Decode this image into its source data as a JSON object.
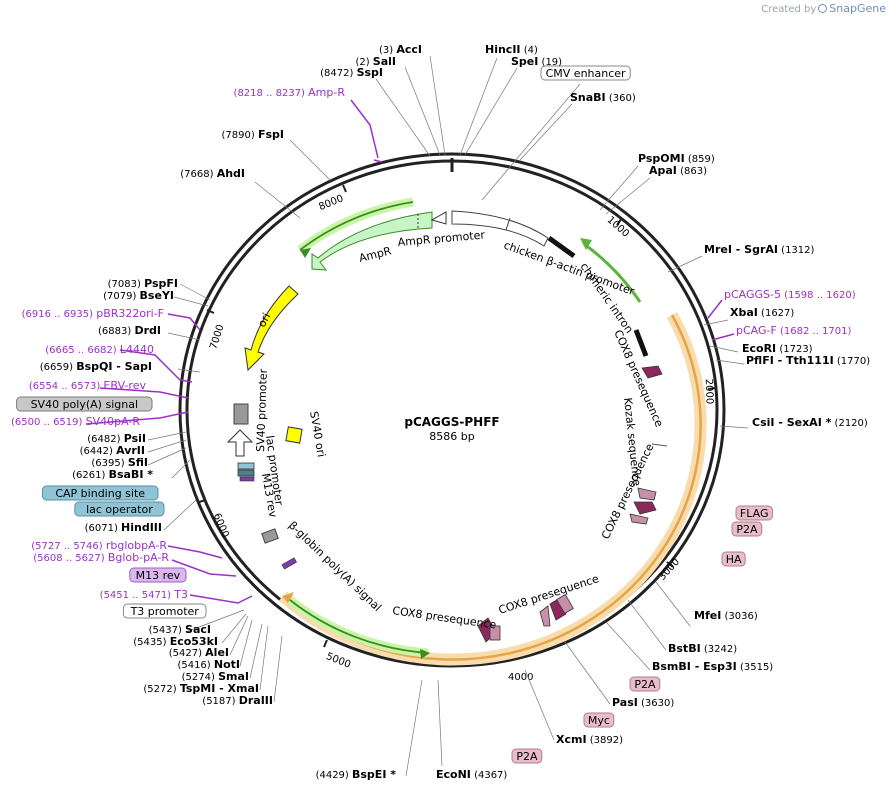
{
  "brand": {
    "created_by": "Created by",
    "product": "SnapGene"
  },
  "map": {
    "name": "pCAGGS-PHFF",
    "length_label": "8586 bp",
    "tick_labels": [
      "1000",
      "2000",
      "3000",
      "4000",
      "5000",
      "6000",
      "7000",
      "8000"
    ]
  },
  "features": [
    "chicken β-actin promoter",
    "AmpR promoter",
    "AmpR",
    "chimeric intron",
    "ori",
    "COX8 presequence",
    "Kozak sequence",
    "COX8 presequence",
    "COX8 presequence",
    "COX8 presequence",
    "SV40 ori",
    "SV40 promoter",
    "lac promoter",
    "M13 rev",
    "β-globin poly(A) signal"
  ],
  "boxed": [
    {
      "label": "CMV enhancer",
      "fill": "#ffffff",
      "stroke": "#888888"
    },
    {
      "label": "FLAG",
      "fill": "#e8bcc8",
      "stroke": "#b07f8f"
    },
    {
      "label": "P2A",
      "fill": "#e8bcc8",
      "stroke": "#b07f8f"
    },
    {
      "label": "HA",
      "fill": "#e8bcc8",
      "stroke": "#b07f8f"
    },
    {
      "label": "P2A",
      "fill": "#e8bcc8",
      "stroke": "#b07f8f"
    },
    {
      "label": "Myc",
      "fill": "#e8bcc8",
      "stroke": "#b07f8f"
    },
    {
      "label": "P2A",
      "fill": "#e8bcc8",
      "stroke": "#b07f8f"
    },
    {
      "label": "SV40 poly(A) signal",
      "fill": "#c8c8c8",
      "stroke": "#7a7a7a"
    },
    {
      "label": "CAP binding site",
      "fill": "#8ec4d6",
      "stroke": "#5a8fa3"
    },
    {
      "label": "lac operator",
      "fill": "#8ec4d6",
      "stroke": "#5a8fa3"
    },
    {
      "label": "M13 rev",
      "fill": "#dcb6ee",
      "stroke": "#9b60c0"
    },
    {
      "label": "T3 promoter",
      "fill": "#ffffff",
      "stroke": "#888888"
    }
  ],
  "sites": [
    {
      "pos": "(3)",
      "name": "AccI"
    },
    {
      "pos": "(2)",
      "name": "SalI"
    },
    {
      "pos": "(8472)",
      "name": "SspI"
    },
    {
      "pos": "(4)",
      "name": "HincII"
    },
    {
      "pos": "(19)",
      "name": "SpeI"
    },
    {
      "pos": "(360)",
      "name": "SnaBI"
    },
    {
      "pos": "(859)",
      "name": "PspOMI"
    },
    {
      "pos": "(863)",
      "name": "ApaI"
    },
    {
      "pos": "(1312)",
      "name": "MreI - SgrAI"
    },
    {
      "pos": "(1627)",
      "name": "XbaI"
    },
    {
      "pos": "(1723)",
      "name": "EcoRI"
    },
    {
      "pos": "(1770)",
      "name": "PflFI - Tth111I"
    },
    {
      "pos": "(2120)",
      "name": "CsiI - SexAI *"
    },
    {
      "pos": "(3036)",
      "name": "MfeI"
    },
    {
      "pos": "(3242)",
      "name": "BstBI"
    },
    {
      "pos": "(3515)",
      "name": "BsmBI - Esp3I"
    },
    {
      "pos": "(3630)",
      "name": "PasI"
    },
    {
      "pos": "(3892)",
      "name": "XcmI"
    },
    {
      "pos": "(4367)",
      "name": "EcoNI"
    },
    {
      "pos": "(4429)",
      "name": "BspEI *"
    },
    {
      "pos": "(7890)",
      "name": "FspI"
    },
    {
      "pos": "(7668)",
      "name": "AhdI"
    },
    {
      "pos": "(7083)",
      "name": "PspFI"
    },
    {
      "pos": "(7079)",
      "name": "BseYI"
    },
    {
      "pos": "(6883)",
      "name": "DrdI"
    },
    {
      "pos": "(6659)",
      "name": "BspQI - SapI"
    },
    {
      "pos": "(6482)",
      "name": "PsiI"
    },
    {
      "pos": "(6442)",
      "name": "AvrII"
    },
    {
      "pos": "(6395)",
      "name": "SfiI"
    },
    {
      "pos": "(6261)",
      "name": "BsaBI *"
    },
    {
      "pos": "(6071)",
      "name": "HindIII"
    },
    {
      "pos": "(5437)",
      "name": "SacI"
    },
    {
      "pos": "(5435)",
      "name": "Eco53kI"
    },
    {
      "pos": "(5427)",
      "name": "AleI"
    },
    {
      "pos": "(5416)",
      "name": "NotI"
    },
    {
      "pos": "(5274)",
      "name": "SmaI"
    },
    {
      "pos": "(5272)",
      "name": "TspMI - XmaI"
    },
    {
      "pos": "(5187)",
      "name": "DraIII"
    }
  ],
  "primers": [
    {
      "pos": "(8218 .. 8237)",
      "name": "Amp-R"
    },
    {
      "pos": "(1598 .. 1620)",
      "name": "pCAGGS-5"
    },
    {
      "pos": "(1682 .. 1701)",
      "name": "pCAG-F"
    },
    {
      "pos": "(6916 .. 6935)",
      "name": "pBR322ori-F"
    },
    {
      "pos": "(6665 .. 6682)",
      "name": "L4440"
    },
    {
      "pos": "(6554 .. 6573)",
      "name": "EBV-rev"
    },
    {
      "pos": "(6500 .. 6519)",
      "name": "SV40pA-R"
    },
    {
      "pos": "(5727 .. 5746)",
      "name": "rbglobpA-R"
    },
    {
      "pos": "(5608 .. 5627)",
      "name": "Bglob-pA-R"
    },
    {
      "pos": "(5451 .. 5471)",
      "name": "T3"
    }
  ],
  "colors": {
    "backbone": "#222222",
    "primer": "#9b30c7",
    "promoter": "#ffffff",
    "amp": "#c8f5c8",
    "ori": "#ffff00",
    "cox8": "#8b2a5a",
    "tag": "#c890a8",
    "orf_highlight": "#f5c98a"
  }
}
